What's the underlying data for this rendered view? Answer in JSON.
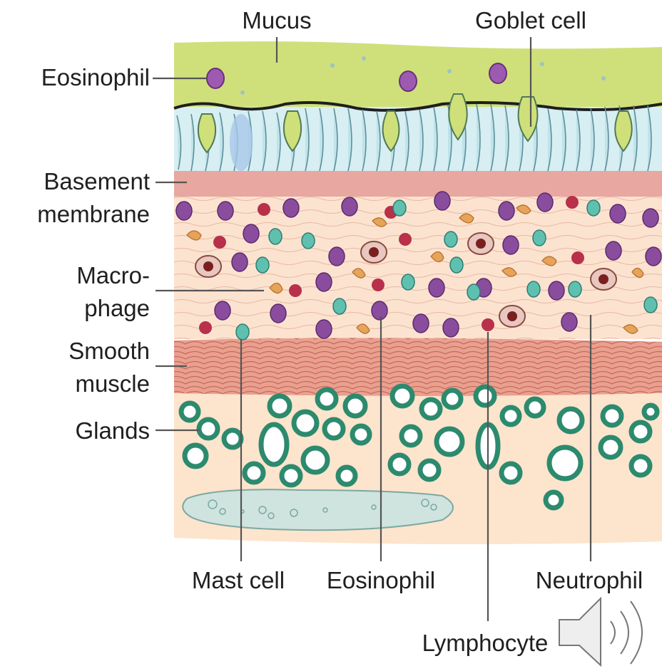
{
  "labels": {
    "mucus": "Mucus",
    "goblet_cell": "Goblet cell",
    "eosinophil_top": "Eosinophil",
    "basement_line1": "Basement",
    "basement_line2": "membrane",
    "macrophage_line1": "Macro-",
    "macrophage_line2": "phage",
    "smooth_line1": "Smooth",
    "smooth_line2": "muscle",
    "glands": "Glands",
    "mast_cell": "Mast cell",
    "eosinophil_bottom": "Eosinophil",
    "neutrophil": "Neutrophil",
    "lymphocyte": "Lymphocyte"
  },
  "icons": {
    "audio": "speaker-icon"
  },
  "colors": {
    "mucus": "#cfe07a",
    "epithelium": "#d7eef2",
    "basement": "#e8a7a0",
    "submucosa": "#fbe3d0",
    "smooth_muscle": "#e9a08f",
    "glands_bg": "#fde4cc",
    "gland_ring": "#2c8a6e",
    "eosinophil": "#8a4d9e",
    "lymphocyte": "#b8304a",
    "mast_cell": "#4bb5a5",
    "macrophage": "#e6a35a"
  }
}
